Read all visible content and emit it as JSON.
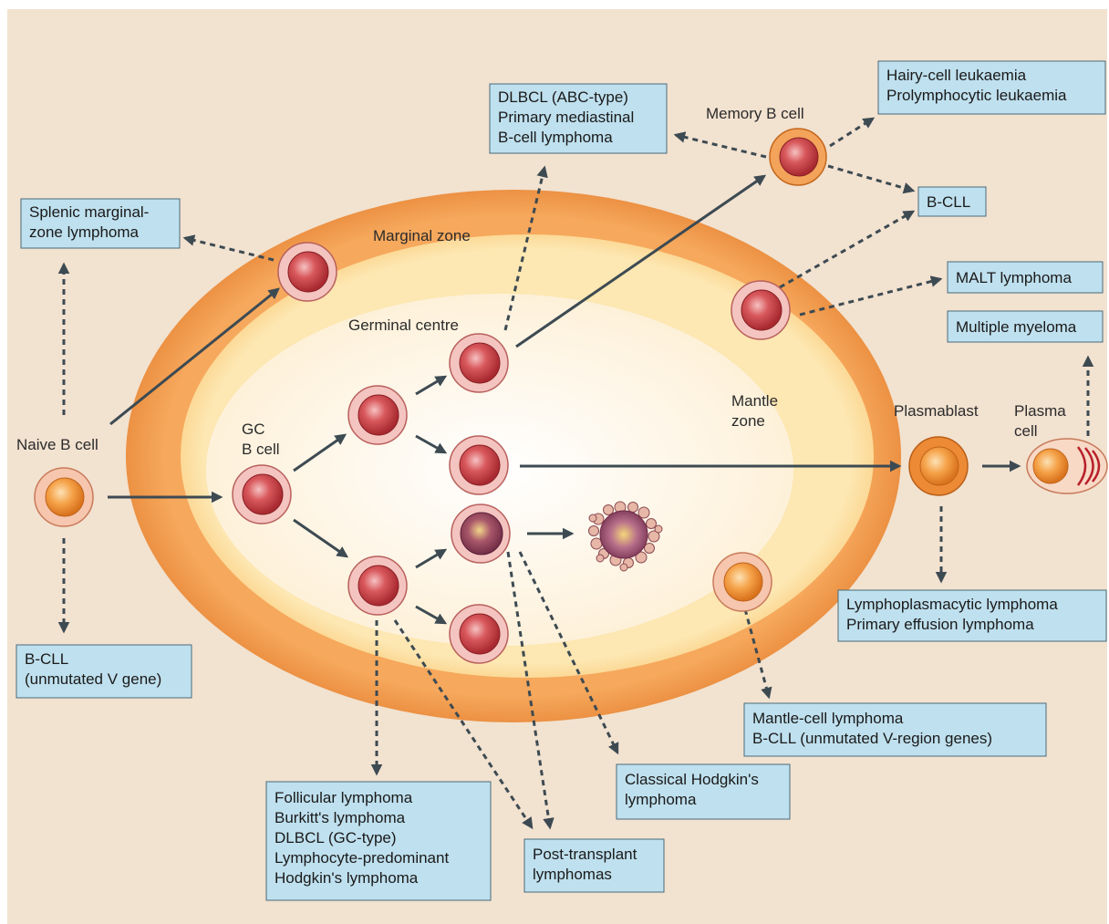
{
  "zones": {
    "marginal": "Marginal zone",
    "germinal": "Germinal centre",
    "mantle": [
      "Mantle",
      "zone"
    ]
  },
  "cells": {
    "naive": "Naive B cell",
    "gc": [
      "GC",
      "B cell"
    ],
    "memory": "Memory B cell",
    "plasmablast": "Plasmablast",
    "plasma": [
      "Plasma",
      "cell"
    ]
  },
  "boxes": {
    "dlbcl_abc": [
      "DLBCL (ABC-type)",
      "Primary mediastinal",
      "B-cell lymphoma"
    ],
    "hairy": [
      "Hairy-cell leukaemia",
      "Prolymphocytic leukaemia"
    ],
    "splenic": [
      "Splenic marginal-",
      "zone lymphoma"
    ],
    "bcll_memory": [
      "B-CLL"
    ],
    "malt": [
      "MALT lymphoma"
    ],
    "myeloma": [
      "Multiple myeloma"
    ],
    "bcll_naive": [
      "B-CLL",
      "(unmutated V gene)"
    ],
    "lymphoplasmacytic": [
      "Lymphoplasmacytic lymphoma",
      "Primary effusion lymphoma"
    ],
    "mantle_cell": [
      "Mantle-cell lymphoma",
      "B-CLL (unmutated V-region genes)"
    ],
    "hodgkin": [
      "Classical Hodgkin's",
      "lymphoma"
    ],
    "follicular": [
      "Follicular lymphoma",
      "Burkitt's lymphoma",
      "DLBCL (GC-type)",
      "Lymphocyte-predominant",
      "Hodgkin's lymphoma"
    ],
    "post_transplant": [
      "Post-transplant",
      "lymphomas"
    ]
  },
  "colors": {
    "background": "#f2e2d0",
    "marginal_zone": "#e8883a",
    "mantle_zone": "#fbd38b",
    "germinal_centre": "#fdf8f0",
    "label_box": "#bfe0ee",
    "arrow": "#3d4a52"
  }
}
